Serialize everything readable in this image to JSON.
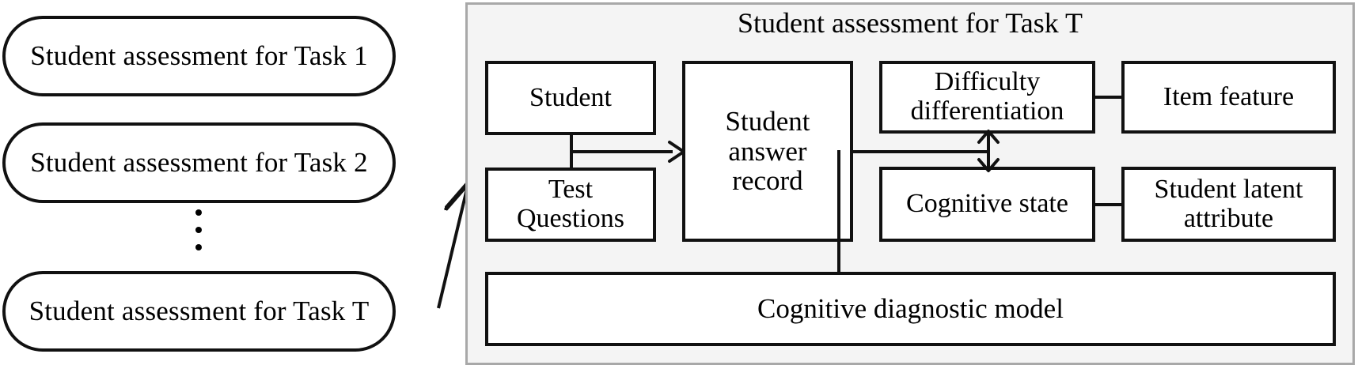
{
  "figure": {
    "left_column": {
      "tasks": [
        {
          "label": "Student assessment for Task 1"
        },
        {
          "label": "Student assessment for Task 2"
        },
        {
          "label": "Student assessment for Task T"
        }
      ],
      "ellipsis": "vertical-dots"
    },
    "arrow_into_panel": {
      "icon": "arrow-up-right",
      "from": "Student assessment for Task T",
      "to": "Student assessment for Task T panel"
    },
    "panel": {
      "title": "Student assessment for Task T",
      "nodes": {
        "student": "Student",
        "test_questions": "Test\nQuestions",
        "test_questions_line1": "Test",
        "test_questions_line2": "Questions",
        "student_answer_record_line1": "Student",
        "student_answer_record_line2": "answer",
        "student_answer_record_line3": "record",
        "difficulty_line1": "Difficulty",
        "difficulty_line2": "differentiation",
        "item_feature": "Item feature",
        "cognitive_state": "Cognitive state",
        "student_latent_line1": "Student latent",
        "student_latent_line2": "attribute",
        "cognitive_diagnostic_model": "Cognitive diagnostic model"
      },
      "connectors": {
        "inputs_to_record": "arrow-right",
        "difficulty_cognitive": "double-arrow-vertical",
        "difficulty_to_item_feature": "line",
        "cognitive_to_latent": "line",
        "record_to_model": "line"
      }
    }
  },
  "colors": {
    "panel_background": "#f4f4f4",
    "panel_border": "#a8a8a8",
    "node_border": "#111111",
    "node_background": "#ffffff",
    "page_background": "#ffffff",
    "ink": "#000000"
  }
}
